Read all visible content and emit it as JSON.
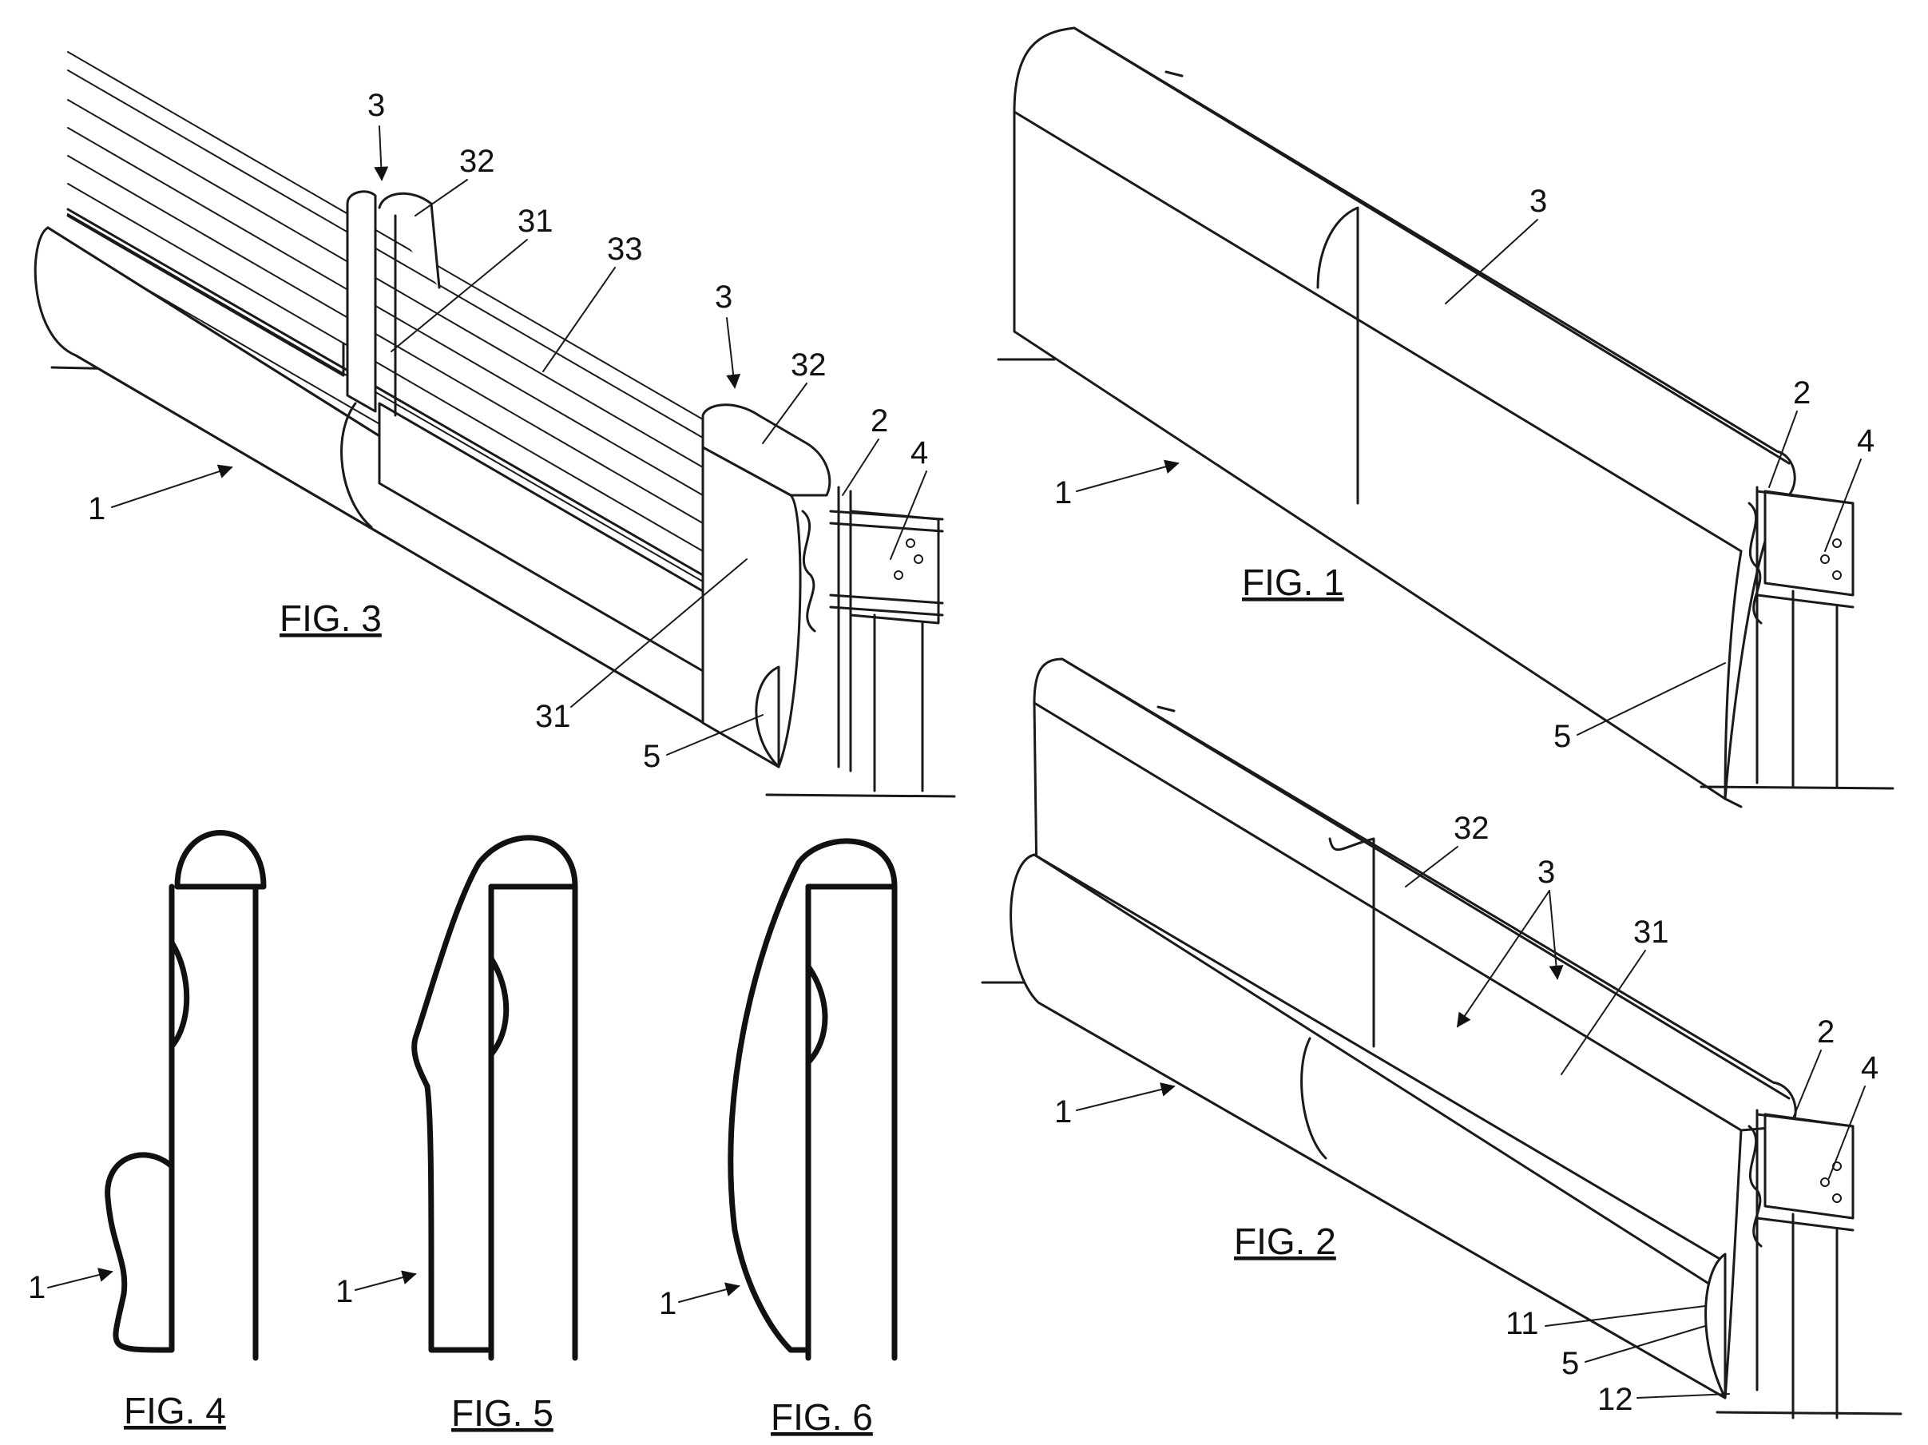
{
  "figures": {
    "fig1": {
      "caption": "FIG. 1",
      "labels": {
        "panel": "3",
        "post_gap": "2",
        "post": "4",
        "lower": "5",
        "barrier": "1"
      }
    },
    "fig2": {
      "caption": "FIG. 2",
      "labels": {
        "top_strip": "32",
        "panel": "3",
        "face": "31",
        "post_gap": "2",
        "post": "4",
        "barrier": "1",
        "edge_top": "11",
        "lower": "5",
        "edge_bottom": "12"
      }
    },
    "fig3": {
      "caption": "FIG. 3",
      "labels": {
        "panel_a": "3",
        "strip_a": "32",
        "face_a": "31",
        "ribs": "33",
        "panel_b": "3",
        "strip_b": "32",
        "post_gap": "2",
        "post": "4",
        "barrier": "1",
        "face_b": "31",
        "lower": "5"
      }
    },
    "fig4": {
      "caption": "FIG. 4",
      "labels": {
        "barrier": "1"
      }
    },
    "fig5": {
      "caption": "FIG. 5",
      "labels": {
        "barrier": "1"
      }
    },
    "fig6": {
      "caption": "FIG. 6",
      "labels": {
        "barrier": "1"
      }
    }
  }
}
